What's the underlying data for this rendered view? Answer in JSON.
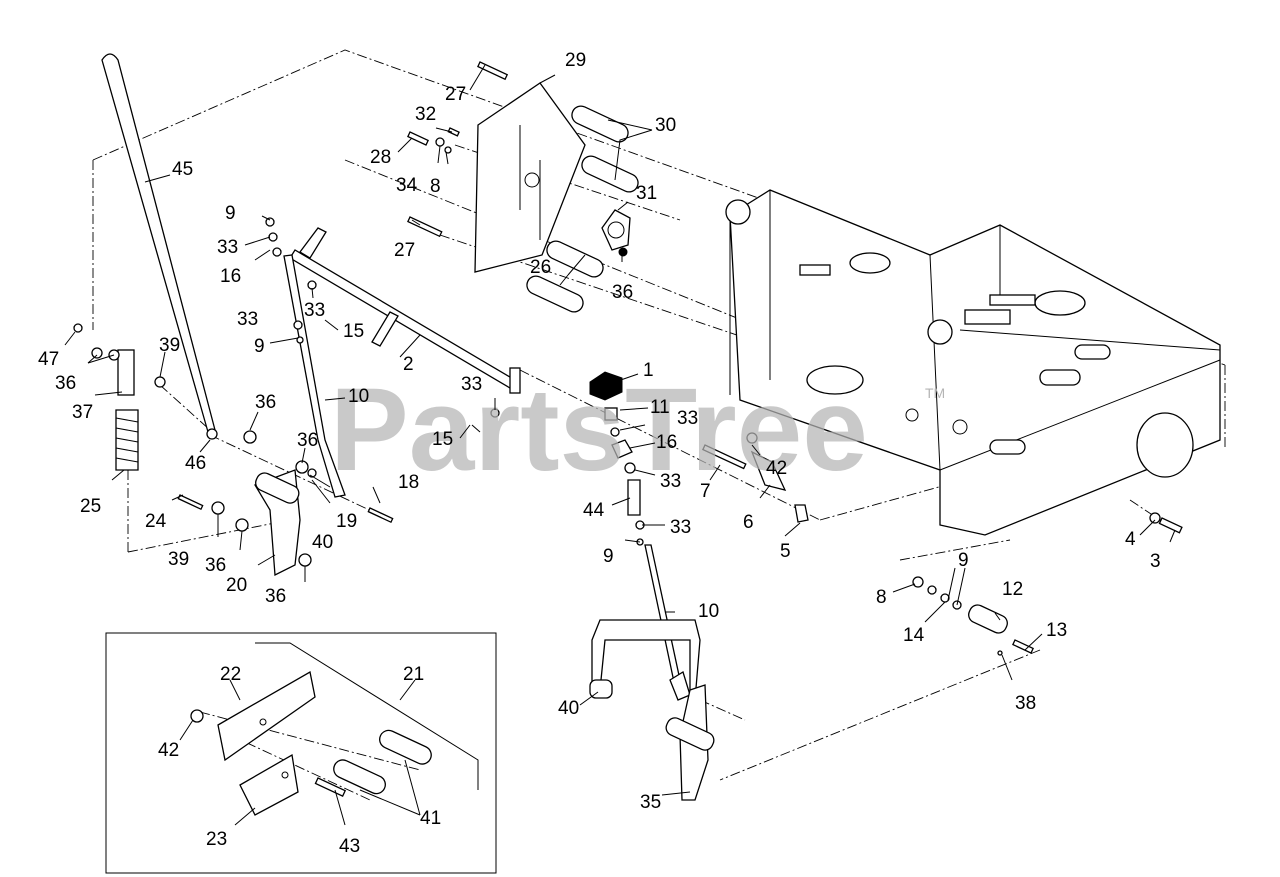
{
  "watermark": {
    "text": "PartsTree",
    "tm": "TM"
  },
  "callouts": [
    {
      "id": "c1",
      "text": "1"
    },
    {
      "id": "c2",
      "text": "2"
    },
    {
      "id": "c3",
      "text": "3"
    },
    {
      "id": "c4",
      "text": "4"
    },
    {
      "id": "c5",
      "text": "5"
    },
    {
      "id": "c6",
      "text": "6"
    },
    {
      "id": "c7",
      "text": "7"
    },
    {
      "id": "c8a",
      "text": "8"
    },
    {
      "id": "c8b",
      "text": "8"
    },
    {
      "id": "c9a",
      "text": "9"
    },
    {
      "id": "c9b",
      "text": "9"
    },
    {
      "id": "c9c",
      "text": "9"
    },
    {
      "id": "c9d",
      "text": "9"
    },
    {
      "id": "c10a",
      "text": "10"
    },
    {
      "id": "c10b",
      "text": "10"
    },
    {
      "id": "c11",
      "text": "11"
    },
    {
      "id": "c12",
      "text": "12"
    },
    {
      "id": "c13",
      "text": "13"
    },
    {
      "id": "c14",
      "text": "14"
    },
    {
      "id": "c15a",
      "text": "15"
    },
    {
      "id": "c15b",
      "text": "15"
    },
    {
      "id": "c16a",
      "text": "16"
    },
    {
      "id": "c16b",
      "text": "16"
    },
    {
      "id": "c18",
      "text": "18"
    },
    {
      "id": "c19",
      "text": "19"
    },
    {
      "id": "c20",
      "text": "20"
    },
    {
      "id": "c21",
      "text": "21"
    },
    {
      "id": "c22",
      "text": "22"
    },
    {
      "id": "c23",
      "text": "23"
    },
    {
      "id": "c24",
      "text": "24"
    },
    {
      "id": "c25",
      "text": "25"
    },
    {
      "id": "c26",
      "text": "26"
    },
    {
      "id": "c27a",
      "text": "27"
    },
    {
      "id": "c27b",
      "text": "27"
    },
    {
      "id": "c28",
      "text": "28"
    },
    {
      "id": "c29",
      "text": "29"
    },
    {
      "id": "c30",
      "text": "30"
    },
    {
      "id": "c31",
      "text": "31"
    },
    {
      "id": "c32",
      "text": "32"
    },
    {
      "id": "c33a",
      "text": "33"
    },
    {
      "id": "c33b",
      "text": "33"
    },
    {
      "id": "c33c",
      "text": "33"
    },
    {
      "id": "c33d",
      "text": "33"
    },
    {
      "id": "c33e",
      "text": "33"
    },
    {
      "id": "c33f",
      "text": "33"
    },
    {
      "id": "c33g",
      "text": "33"
    },
    {
      "id": "c34",
      "text": "34"
    },
    {
      "id": "c35",
      "text": "35"
    },
    {
      "id": "c36a",
      "text": "36"
    },
    {
      "id": "c36b",
      "text": "36"
    },
    {
      "id": "c36c",
      "text": "36"
    },
    {
      "id": "c36d",
      "text": "36"
    },
    {
      "id": "c36e",
      "text": "36"
    },
    {
      "id": "c36f",
      "text": "36"
    },
    {
      "id": "c37",
      "text": "37"
    },
    {
      "id": "c38",
      "text": "38"
    },
    {
      "id": "c39a",
      "text": "39"
    },
    {
      "id": "c39b",
      "text": "39"
    },
    {
      "id": "c40a",
      "text": "40"
    },
    {
      "id": "c40b",
      "text": "40"
    },
    {
      "id": "c41",
      "text": "41"
    },
    {
      "id": "c42a",
      "text": "42"
    },
    {
      "id": "c42b",
      "text": "42"
    },
    {
      "id": "c43",
      "text": "43"
    },
    {
      "id": "c44",
      "text": "44"
    },
    {
      "id": "c45",
      "text": "45"
    },
    {
      "id": "c46",
      "text": "46"
    },
    {
      "id": "c47",
      "text": "47"
    }
  ]
}
